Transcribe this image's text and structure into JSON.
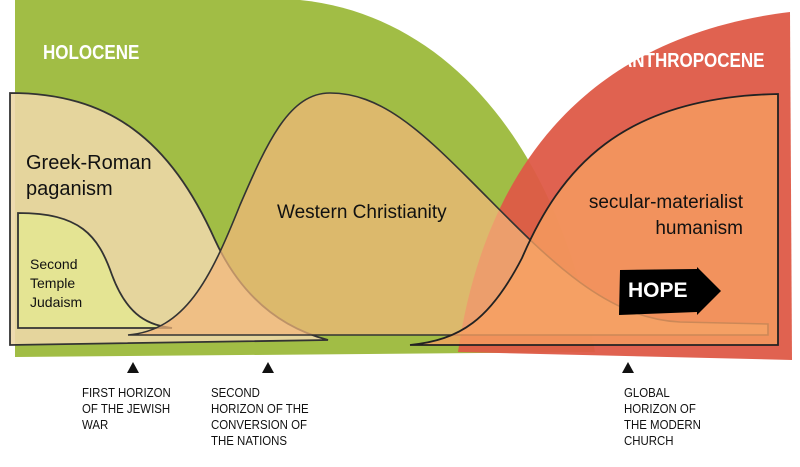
{
  "eras": {
    "holocene": "HOLOCENE",
    "anthropocene": "ANTHROPOCENE"
  },
  "movements": {
    "greek_roman": [
      "Greek-Roman",
      "paganism"
    ],
    "second_temple": [
      "Second",
      "Temple",
      "Judaism"
    ],
    "western_christianity": "Western Christianity",
    "secular": [
      "secular-materialist",
      "humanism"
    ]
  },
  "hope": "HOPE",
  "horizons": [
    {
      "label": "FIRST HORIZON\nOF THE JEWISH\nWAR"
    },
    {
      "label": "SECOND\nHORIZON OF THE\nCONVERSION OF\nTHE NATIONS"
    },
    {
      "label": "GLOBAL\nHORIZON OF\nTHE MODERN\nCHURCH"
    }
  ],
  "colors": {
    "holocene": "#a1bd45",
    "anthropocene": "#de5a47",
    "paganism": "#e8d09c",
    "judaism": "#e4e493",
    "christianity": "#e9c182",
    "secular": "#f59c62"
  }
}
